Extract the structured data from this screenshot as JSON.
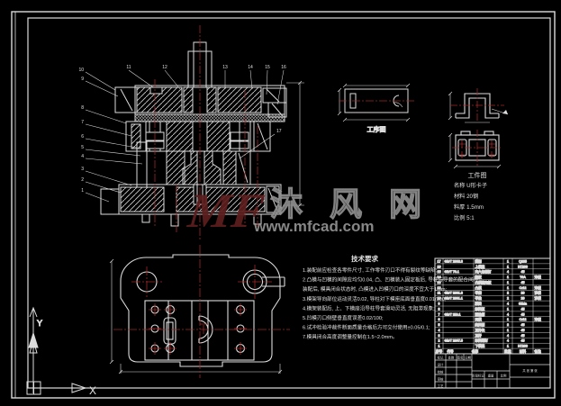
{
  "watermark": {
    "logo_text": "MF",
    "site_name": "沐 风 网",
    "site_url": "www.mfcad.com",
    "logo_color": "#5e1f1f",
    "text_color": "#8f8f8f"
  },
  "assembly_view": {
    "callouts_left": [
      "10",
      "9",
      "8",
      "7",
      "6",
      "5",
      "4",
      "3",
      "2",
      "1"
    ],
    "callouts_top": [
      "11",
      "12",
      "13",
      "14",
      "15",
      "16"
    ],
    "callouts_right": [
      "17"
    ]
  },
  "strip_view": {
    "label": "工序图"
  },
  "workpiece_view": {
    "title": "工件图",
    "specs": [
      {
        "label": "名称",
        "value": "U形卡子"
      },
      {
        "label": "材料",
        "value": "20钢"
      },
      {
        "label": "料厚",
        "value": "1.5mm"
      },
      {
        "label": "比例",
        "value": "5:1"
      }
    ]
  },
  "tech_requirements": {
    "title": "技术要求",
    "lines": [
      "1.装配前应检查各零件尺寸, 工作零件刃口不得有裂纹等缺陷;",
      "2.凸模与凹模的间隙应均匀0.04, 凸、凹模装入固定板后, 导柱与导套的配合间隙,",
      "   装配后, 模具闭合状态时, 凸模进入凹模刃口的深度不宜大于1mm;",
      "3.模架导向部位运动灵活0.02, 导柱对下模座底面垂直度0.01/100;",
      "4.模架装配后, 上、下模座沿导柱导套滑动灵活, 无阻滞现象;",
      "5.凹模刃口侧壁垂直度误差0.02/100;",
      "6.试冲检验冲裁件断面质量合格后方可交付使用±0.05/0.1;",
      "7.模具闭合高度调整量控制在1.5~2.0mm。"
    ]
  },
  "bom": {
    "headers": [
      "序号",
      "代号",
      "名称",
      "数量",
      "材料",
      "备注"
    ],
    "rows": [
      [
        "17",
        "GB/T 2862.3",
        "模柄",
        "1",
        "Q235",
        ""
      ],
      [
        "16",
        "",
        "上模座",
        "1",
        "HT200",
        ""
      ],
      [
        "15",
        "GB/T 70.1",
        "内六角螺钉",
        "4",
        "45",
        ""
      ],
      [
        "14",
        "",
        "垫板",
        "1",
        "T8A",
        "淬硬"
      ],
      [
        "13",
        "",
        "凸模固定板",
        "1",
        "45",
        ""
      ],
      [
        "12",
        "",
        "凸模",
        "1",
        "Cr12",
        "淬硬"
      ],
      [
        "11",
        "GB/T 2861.3",
        "导套",
        "2",
        "20",
        "渗碳"
      ],
      [
        "10",
        "GB/T 2861.1",
        "导柱",
        "2",
        "20",
        "渗碳"
      ],
      [
        "9",
        "",
        "弹簧",
        "4",
        "65Mn",
        ""
      ],
      [
        "8",
        "",
        "卸料板",
        "1",
        "45",
        ""
      ],
      [
        "7",
        "GB/T 119.1",
        "圆柱销",
        "4",
        "45",
        ""
      ],
      [
        "6",
        "",
        "凹模",
        "1",
        "Cr12",
        "淬硬"
      ],
      [
        "5",
        "",
        "挡料销",
        "2",
        "45",
        ""
      ],
      [
        "4",
        "",
        "顶件块",
        "1",
        "45",
        ""
      ],
      [
        "3",
        "",
        "顶杆",
        "4",
        "45",
        ""
      ],
      [
        "2",
        "GB/T 2867.5",
        "卸料螺钉",
        "4",
        "45",
        ""
      ],
      [
        "1",
        "",
        "下模座",
        "1",
        "HT200",
        ""
      ]
    ]
  },
  "title_block": {
    "labels": [
      "标记",
      "处数",
      "签名",
      "日期",
      "设计",
      "校核",
      "审核",
      "工艺",
      "阶段标记",
      "重量",
      "比例",
      "共 张 第 张"
    ]
  },
  "ucs": {
    "x_label": "X",
    "y_label": "Y"
  },
  "colors": {
    "line": "#dcdcdc",
    "centerline": "#a02828",
    "background": "#000000"
  }
}
